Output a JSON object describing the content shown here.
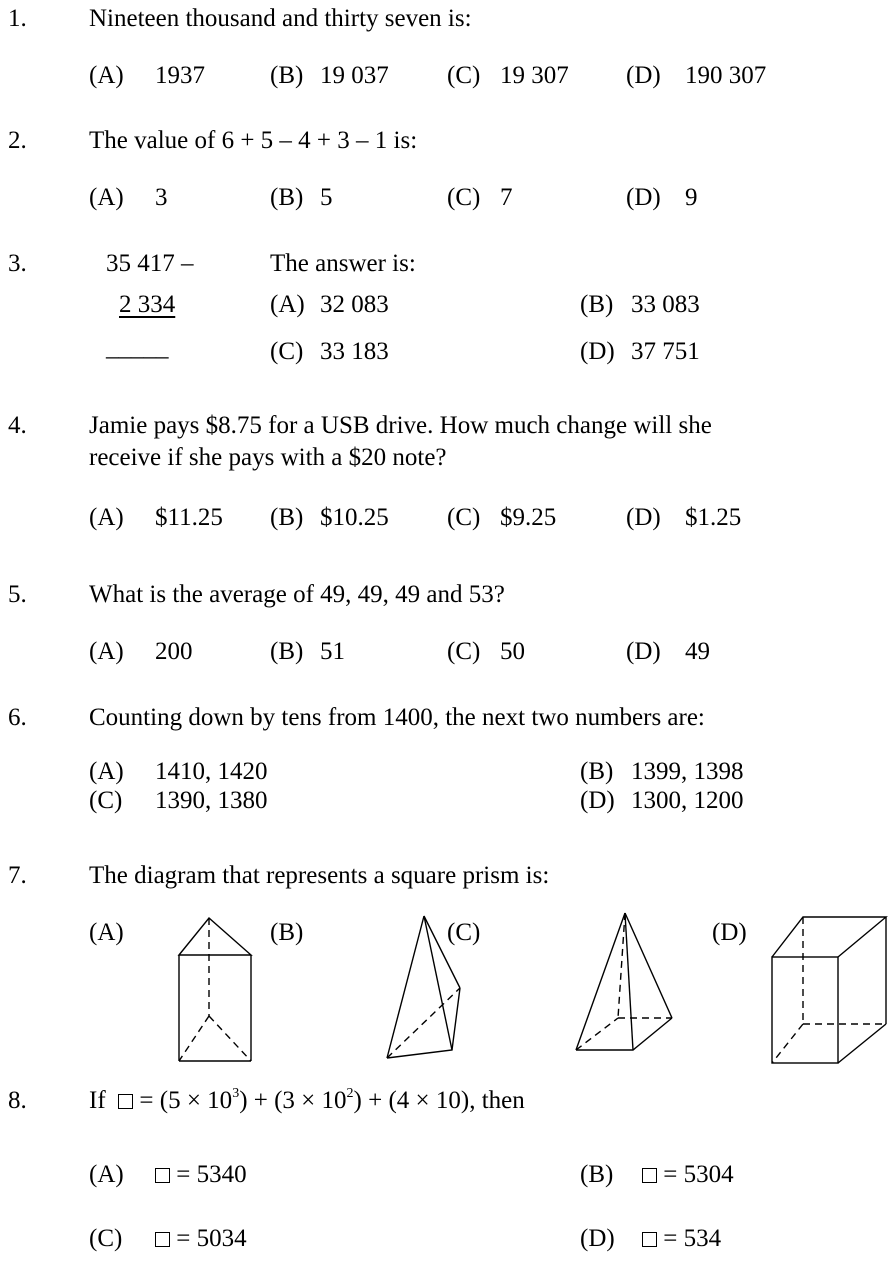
{
  "questions": [
    {
      "number": "1.",
      "text": "Nineteen thousand and thirty seven is:",
      "options": [
        {
          "letter": "(A)",
          "value": "1937"
        },
        {
          "letter": "(B)",
          "value": "19 037"
        },
        {
          "letter": "(C)",
          "value": "19 307"
        },
        {
          "letter": "(D)",
          "value": "190 307"
        }
      ]
    },
    {
      "number": "2.",
      "text": "The value of 6 + 5 – 4 + 3 – 1 is:",
      "options": [
        {
          "letter": "(A)",
          "value": "3"
        },
        {
          "letter": "(B)",
          "value": "5"
        },
        {
          "letter": "(C)",
          "value": "7"
        },
        {
          "letter": "(D)",
          "value": "9"
        }
      ]
    },
    {
      "number": "3.",
      "top_operand": "35 417 –",
      "bottom_operand": "2 334",
      "answer_line": "_____",
      "text": "The answer is:",
      "options": [
        {
          "letter": "(A)",
          "value": "32 083"
        },
        {
          "letter": "(B)",
          "value": "33 083"
        },
        {
          "letter": "(C)",
          "value": "33 183"
        },
        {
          "letter": "(D)",
          "value": "37 751"
        }
      ]
    },
    {
      "number": "4.",
      "text_line1": "Jamie pays $8.75 for a USB drive. How much change will she",
      "text_line2": "receive if she pays with a $20 note?",
      "options": [
        {
          "letter": "(A)",
          "value": "$11.25"
        },
        {
          "letter": "(B)",
          "value": "$10.25"
        },
        {
          "letter": "(C)",
          "value": "$9.25"
        },
        {
          "letter": "(D)",
          "value": "$1.25"
        }
      ]
    },
    {
      "number": "5.",
      "text": "What is the average of 49, 49, 49 and 53?",
      "options": [
        {
          "letter": "(A)",
          "value": "200"
        },
        {
          "letter": "(B)",
          "value": "51"
        },
        {
          "letter": "(C)",
          "value": "50"
        },
        {
          "letter": "(D)",
          "value": "49"
        }
      ]
    },
    {
      "number": "6.",
      "text": "Counting down by tens from 1400, the next two numbers are:",
      "options": [
        {
          "letter": "(A)",
          "value": "1410, 1420"
        },
        {
          "letter": "(B)",
          "value": "1399, 1398"
        },
        {
          "letter": "(C)",
          "value": "1390, 1380"
        },
        {
          "letter": "(D)",
          "value": "1300, 1200"
        }
      ]
    },
    {
      "number": "7.",
      "text": "The diagram that represents a square prism is:",
      "options": [
        {
          "letter": "(A)",
          "shape": "triangular-prism"
        },
        {
          "letter": "(B)",
          "shape": "triangular-pyramid"
        },
        {
          "letter": "(C)",
          "shape": "square-pyramid"
        },
        {
          "letter": "(D)",
          "shape": "square-prism"
        }
      ]
    },
    {
      "number": "8.",
      "text_if": "If",
      "text_eq": "= (5 × 10",
      "exp1": "3",
      "text_mid": ") + (3 × 10",
      "exp2": "2",
      "text_end": ") + (4 × 10), then",
      "options": [
        {
          "letter": "(A)",
          "value": "= 5340"
        },
        {
          "letter": "(B)",
          "value": "= 5304"
        },
        {
          "letter": "(C)",
          "value": "= 5034"
        },
        {
          "letter": "(D)",
          "value": "= 534"
        }
      ]
    }
  ]
}
